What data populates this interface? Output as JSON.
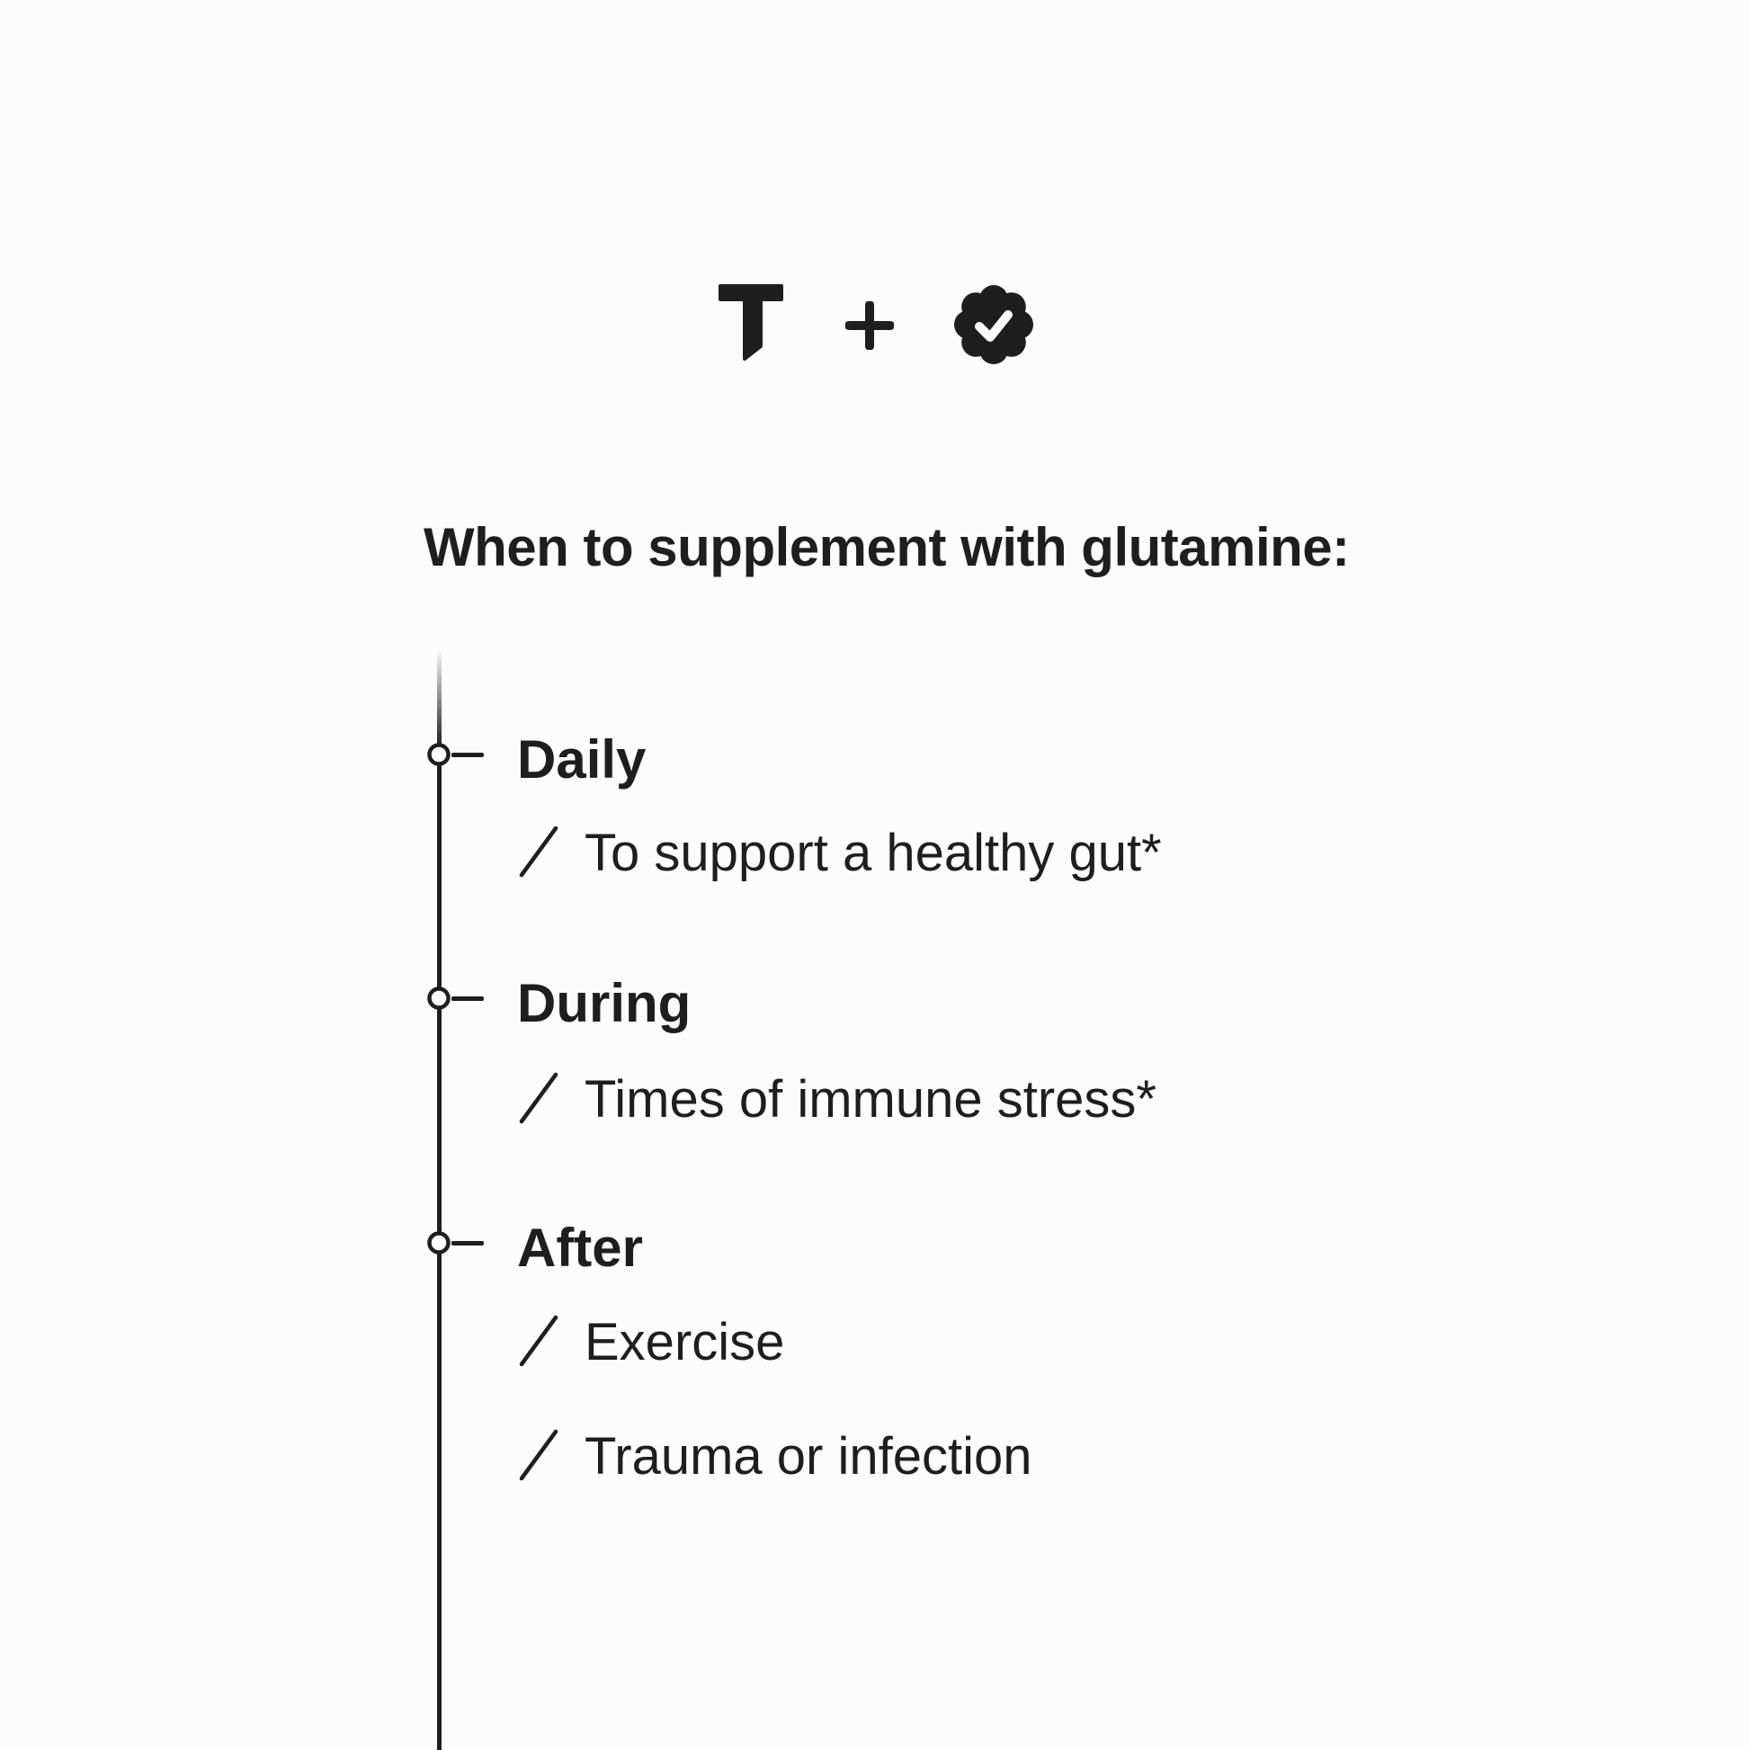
{
  "page": {
    "background_color": "#fcfcfc",
    "ink_color": "#1e1e1e"
  },
  "logo_row": {
    "brand_letter": "T",
    "separator": "+",
    "badge": "verified-check-rosette"
  },
  "heading": "When to supplement with glutamine:",
  "timeline": {
    "sections": [
      {
        "label": "Daily",
        "items": [
          "To support a healthy gut*"
        ]
      },
      {
        "label": "During",
        "items": [
          "Times of immune stress*"
        ]
      },
      {
        "label": "After",
        "items": [
          "Exercise",
          "Trauma or infection"
        ]
      }
    ]
  }
}
